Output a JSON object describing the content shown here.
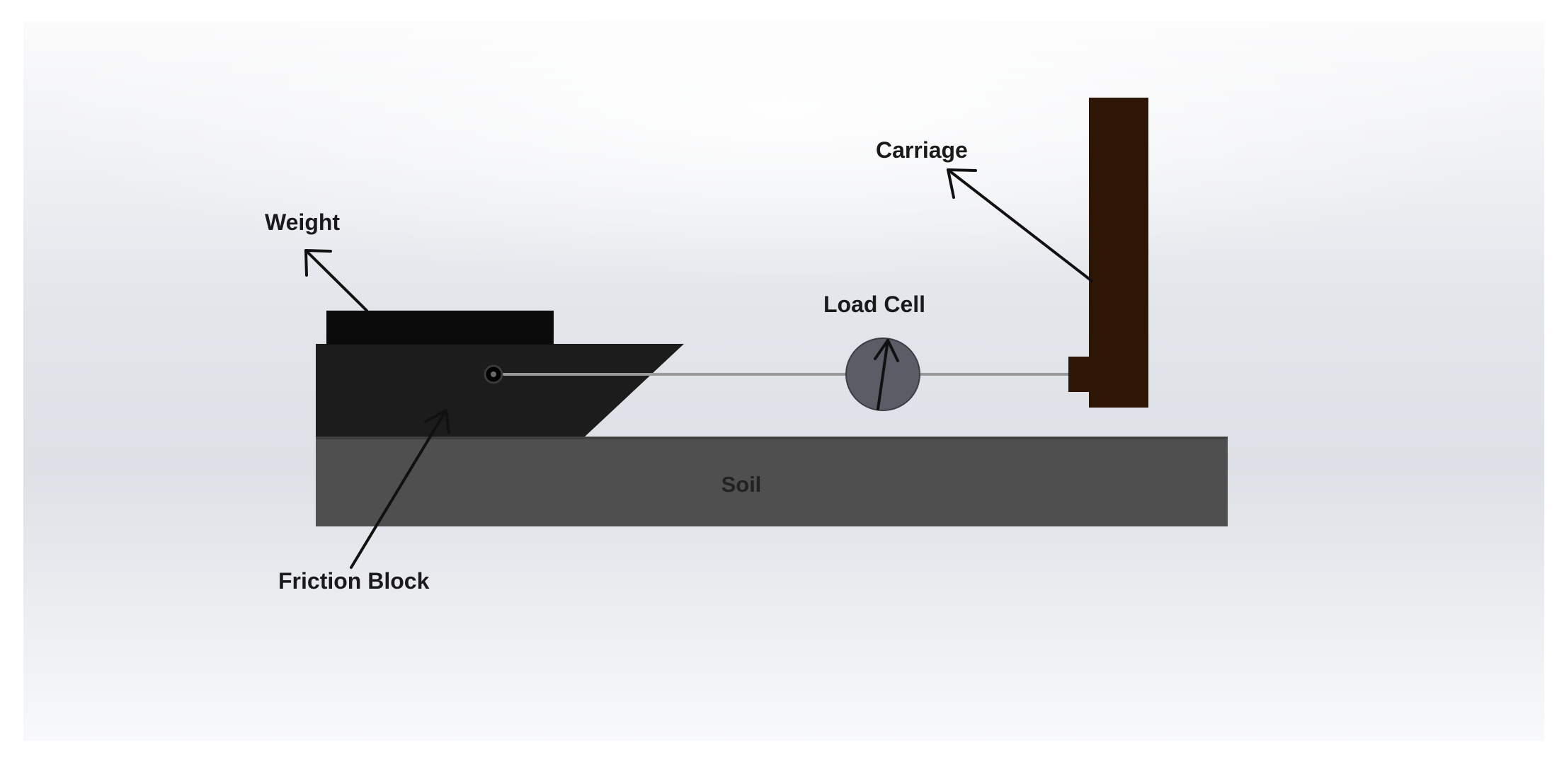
{
  "labels": {
    "weight": "Weight",
    "carriage": "Carriage",
    "load_cell": "Load Cell",
    "soil": "Soil",
    "friction_block": "Friction Block"
  },
  "colors": {
    "backdrop_light": "#f6f7f9",
    "backdrop_mid": "#dfe2e8",
    "soil": "#4f4f4f",
    "friction_block": "#1c1c1c",
    "weight": "#0b0b0b",
    "carriage": "#2e1607",
    "load_cell": "#5a5d66",
    "rod": "#9a9a9a",
    "arrow": "#111111"
  }
}
